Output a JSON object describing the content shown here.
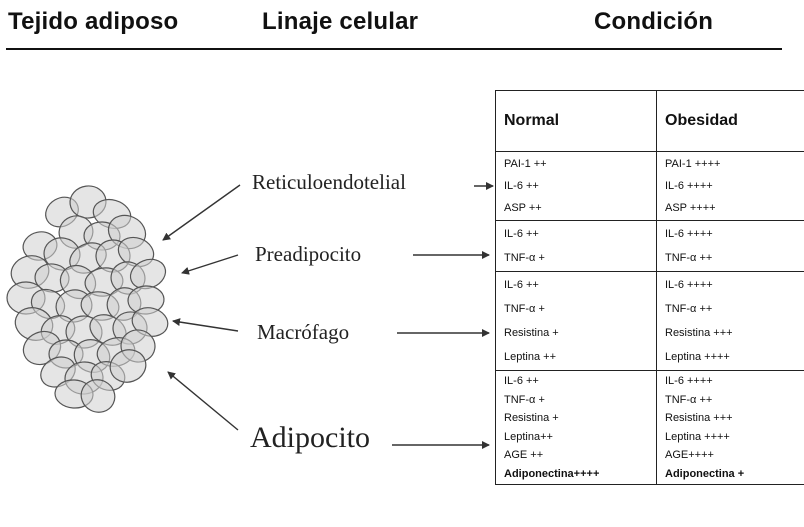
{
  "header": {
    "col1": "Tejido adiposo",
    "col2": "Linaje celular",
    "col3": "Condición"
  },
  "lineages": [
    "Reticuloendotelial",
    "Preadipocito",
    "Macrófago",
    "Adipocito"
  ],
  "table": {
    "headers": [
      "Normal",
      "Obesidad"
    ],
    "groups": [
      {
        "normal": [
          "PAI-1 ++",
          "IL-6 ++",
          "ASP ++"
        ],
        "obesidad": [
          "PAI-1 ++++",
          "IL-6 ++++",
          "ASP ++++"
        ]
      },
      {
        "normal": [
          "IL-6 ++",
          "TNF-α +"
        ],
        "obesidad": [
          "IL-6 ++++",
          "TNF-α ++"
        ]
      },
      {
        "normal": [
          "IL-6 ++",
          "TNF-α +",
          "Resistina +",
          "Leptina ++"
        ],
        "obesidad": [
          "IL-6 ++++",
          "TNF-α ++",
          "Resistina +++",
          "Leptina ++++"
        ]
      },
      {
        "normal": [
          "IL-6 ++",
          "TNF-α +",
          "Resistina +",
          "Leptina++",
          "AGE ++",
          "Adiponectina++++"
        ],
        "obesidad": [
          "IL-6 ++++",
          "TNF-α ++",
          "Resistina +++",
          "Leptina ++++",
          "AGE++++",
          "Adiponectina +"
        ]
      }
    ],
    "bold_last_row_group": 3
  }
}
